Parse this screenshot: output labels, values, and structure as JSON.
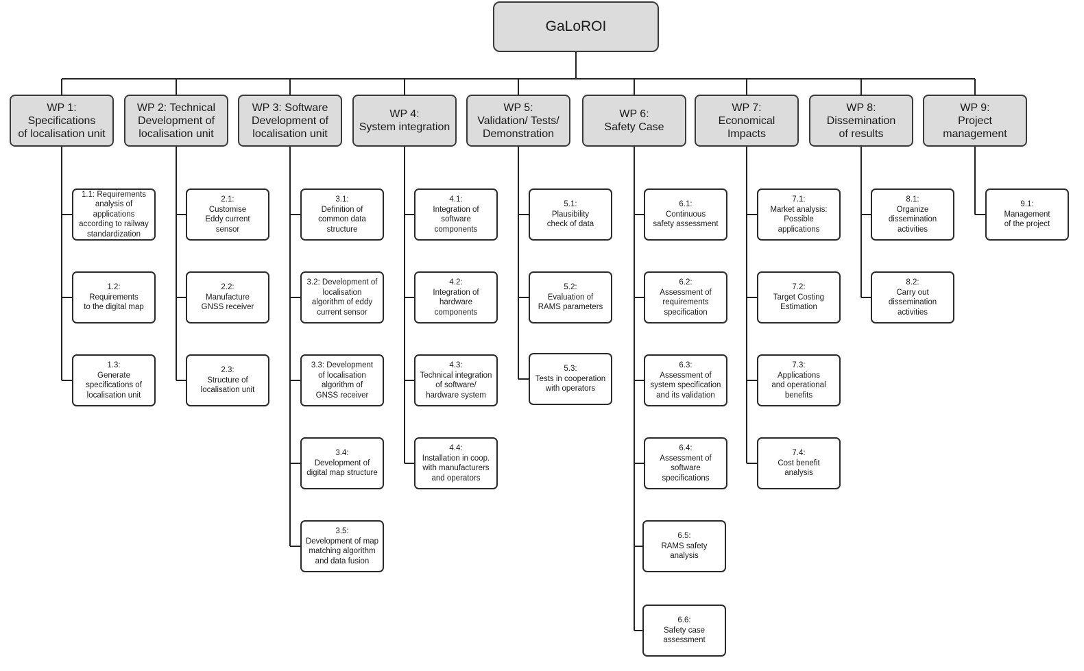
{
  "root": {
    "label": "GaLoROI"
  },
  "packages": [
    {
      "label": "WP 1:\nSpecifications\nof localisation unit",
      "tasks": [
        "1.1: Requirements\nanalysis of\napplications\naccording to railway\nstandardization",
        "1.2:\nRequirements\nto the digital map",
        "1.3:\nGenerate\nspecifications of\nlocalisation unit"
      ]
    },
    {
      "label": "WP 2: Technical\nDevelopment of\nlocalisation unit",
      "tasks": [
        "2.1:\nCustomise\nEddy current\nsensor",
        "2.2:\nManufacture\nGNSS receiver",
        "2.3:\nStructure of\nlocalisation unit"
      ]
    },
    {
      "label": "WP 3: Software\nDevelopment of\nlocalisation unit",
      "tasks": [
        "3.1:\nDefinition of\ncommon data\nstructure",
        "3.2: Development of\nlocalisation\nalgorithm of eddy\ncurrent sensor",
        "3.3: Development\nof localisation\nalgorithm of\nGNSS receiver",
        "3.4:\nDevelopment of\ndigital map structure",
        "3.5:\nDevelopment of map\nmatching algorithm\nand data fusion"
      ]
    },
    {
      "label": "WP 4:\nSystem integration",
      "tasks": [
        "4.1:\nIntegration of\nsoftware\ncomponents",
        "4.2:\nIntegration of\nhardware\ncomponents",
        "4.3:\nTechnical integration\nof software/\nhardware system",
        "4.4:\nInstallation in coop.\nwith manufacturers\nand operators"
      ]
    },
    {
      "label": "WP 5:\nValidation/ Tests/\nDemonstration",
      "tasks": [
        "5.1:\nPlausibility\ncheck of data",
        "5.2:\nEvaluation of\nRAMS parameters",
        "5.3:\nTests in cooperation\nwith operators"
      ]
    },
    {
      "label": "WP 6:\nSafety Case",
      "tasks": [
        "6.1:\nContinuous\nsafety assessment",
        "6.2:\nAssessment of\nrequirements\nspecification",
        "6.3:\nAssessment of\nsystem specification\nand its validation",
        "6.4:\nAssessment of\nsoftware\nspecifications",
        "6.5:\nRAMS safety\nanalysis",
        "6.6:\nSafety case\nassessment"
      ]
    },
    {
      "label": "WP 7:\nEconomical\nImpacts",
      "tasks": [
        "7.1:\nMarket analysis:\nPossible\napplications",
        "7.2:\nTarget Costing\nEstimation",
        "7.3:\nApplications\nand operational\nbenefits",
        "7.4:\nCost benefit\nanalysis"
      ]
    },
    {
      "label": "WP 8:\nDissemination\nof results",
      "tasks": [
        "8.1:\nOrganize\ndissemination\nactivities",
        "8.2:\nCarry out\ndissemination\nactivities"
      ]
    },
    {
      "label": "WP 9:\nProject\nmanagement",
      "tasks": [
        "9.1:\nManagement\nof the project"
      ]
    }
  ]
}
